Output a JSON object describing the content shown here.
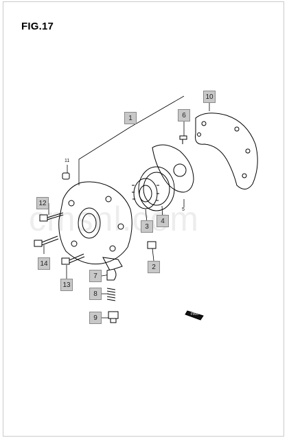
{
  "figure": {
    "title": "FIG.17"
  },
  "watermark": "cmsnl.com",
  "callouts": {
    "c1": "1",
    "c2": "2",
    "c3": "3",
    "c4": "4",
    "c6": "6",
    "c7": "7",
    "c8": "8",
    "c9": "9",
    "c10": "10",
    "c12": "12",
    "c13": "13",
    "c14": "14"
  },
  "plain_labels": {
    "p5": "5",
    "p11": "11"
  },
  "fwd_badge": "FWD",
  "colors": {
    "callout_fill": "#c8c8c8",
    "callout_border": "#8a8a8a",
    "line": "#000000"
  }
}
